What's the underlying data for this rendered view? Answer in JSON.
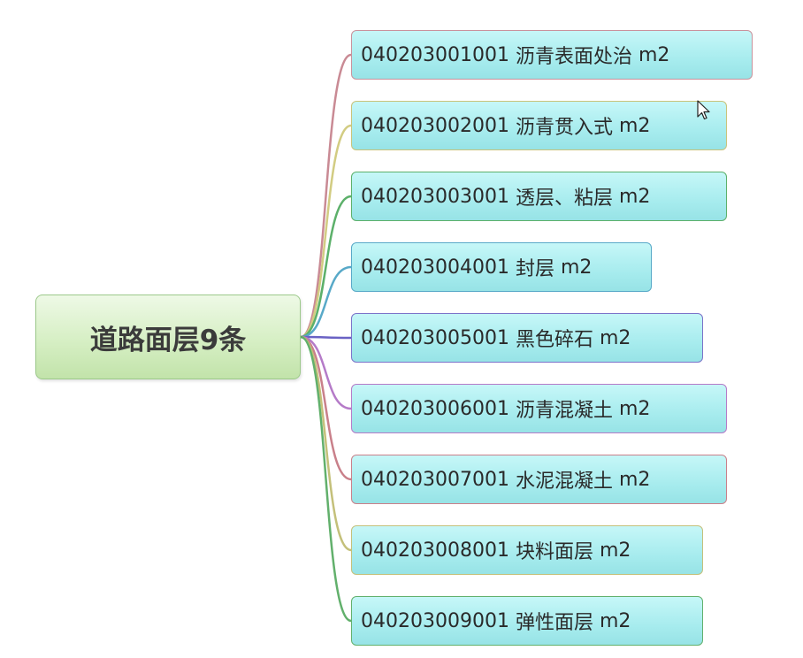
{
  "mindmap": {
    "root": {
      "label": "道路面层9条"
    },
    "children": [
      {
        "code": "040203001001",
        "name": "沥青表面处治",
        "unit": "m2"
      },
      {
        "code": "040203002001",
        "name": "沥青贯入式",
        "unit": "m2"
      },
      {
        "code": "040203003001",
        "name": "透层、粘层",
        "unit": "m2"
      },
      {
        "code": "040203004001",
        "name": "封层",
        "unit": "m2"
      },
      {
        "code": "040203005001",
        "name": "黑色碎石",
        "unit": "m2"
      },
      {
        "code": "040203006001",
        "name": "沥青混凝土",
        "unit": "m2"
      },
      {
        "code": "040203007001",
        "name": "水泥混凝土",
        "unit": "m2"
      },
      {
        "code": "040203008001",
        "name": "块料面层",
        "unit": "m2"
      },
      {
        "code": "040203009001",
        "name": "弹性面层",
        "unit": "m2"
      }
    ],
    "branch_colors": [
      "#c98a94",
      "#d2cc82",
      "#5cb06a",
      "#58a9c8",
      "#6a62c4",
      "#b57bc8",
      "#c9808a",
      "#c4c07a",
      "#62b06c"
    ]
  }
}
